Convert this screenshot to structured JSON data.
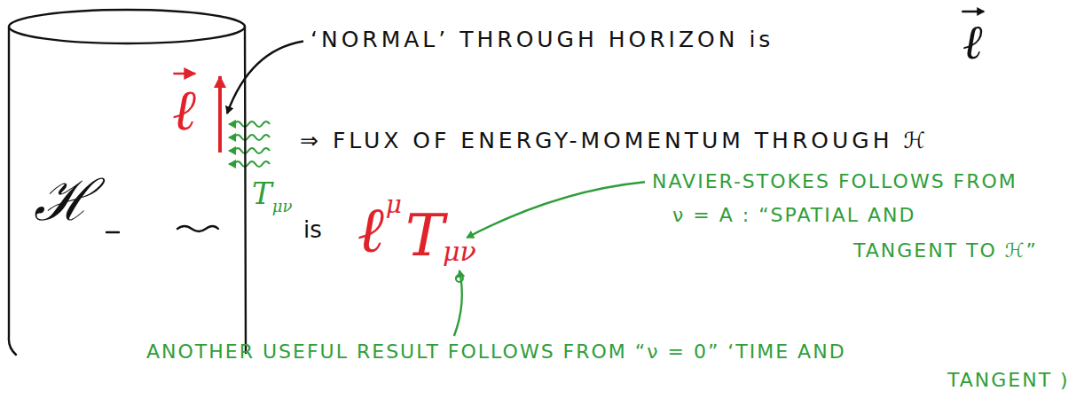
{
  "diagram": {
    "nodes": [
      {
        "text": [
          "ℋ"
        ]
      }
    ],
    "labels": [
      "ℓ",
      "T",
      "μν",
      "‘NORMAL’ THROUGH HORIZON is",
      "ℓ",
      "⇒ FLUX OF ENERGY-MOMENTUM THROUGH ℋ",
      "is",
      "ℓ",
      "μ",
      "T",
      "μν",
      "NAVIER-STOKES FOLLOWS FROM",
      "ν = A : “SPATIAL AND",
      "TANGENT TO ℋ”",
      "ANOTHER USEFUL RESULT FOLLOWS FROM “ν = 0” ‘TIME AND",
      "TANGENT )"
    ]
  }
}
